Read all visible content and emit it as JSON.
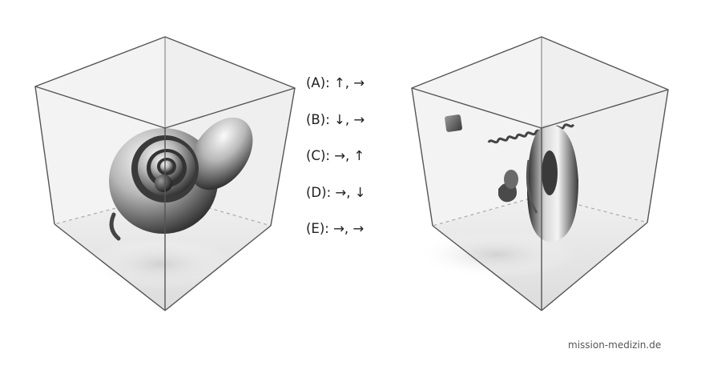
{
  "answer_options": [
    {
      "letter": "(A):",
      "arrows": "↑, →"
    },
    {
      "letter": "(B):",
      "arrows": "↓, →"
    },
    {
      "letter": "(C):",
      "arrows": "→, ↑"
    },
    {
      "letter": "(D):",
      "arrows": "→, ↓"
    },
    {
      "letter": "(E):",
      "arrows": "→, →"
    }
  ],
  "watermark": "mission-medizin.de",
  "colors": {
    "cube_edge": "#555555",
    "hidden_edge": "#aaaaaa",
    "object_dark": "#2a2a2a",
    "object_light": "#f2f2f2"
  }
}
